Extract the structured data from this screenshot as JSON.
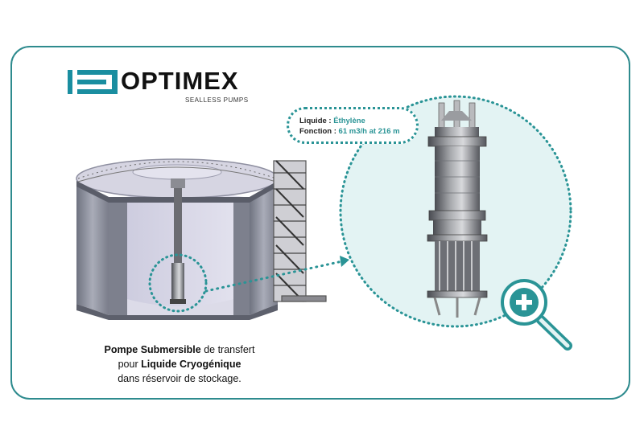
{
  "brand": {
    "name": "OPTIMEX",
    "tagline": "SEALLESS PUMPS",
    "mark_color": "#1a8ea0"
  },
  "callout": {
    "liquid_label": "Liquide :",
    "liquid_value": "Éthylène",
    "function_label": "Fonction :",
    "function_value": "61 m3/h at 216 m"
  },
  "caption": {
    "part1_bold": "Pompe Submersible",
    "part2": " de transfert",
    "part3": "pour ",
    "part4_bold": "Liquide Cryogénique",
    "part5": "dans réservoir de stockage."
  },
  "icons": [
    "zoom-in-magnifier-icon"
  ],
  "colors": {
    "accent": "#2a9496",
    "zoom_fill": "#e3f3f3",
    "frame": "#2e8b8e"
  }
}
